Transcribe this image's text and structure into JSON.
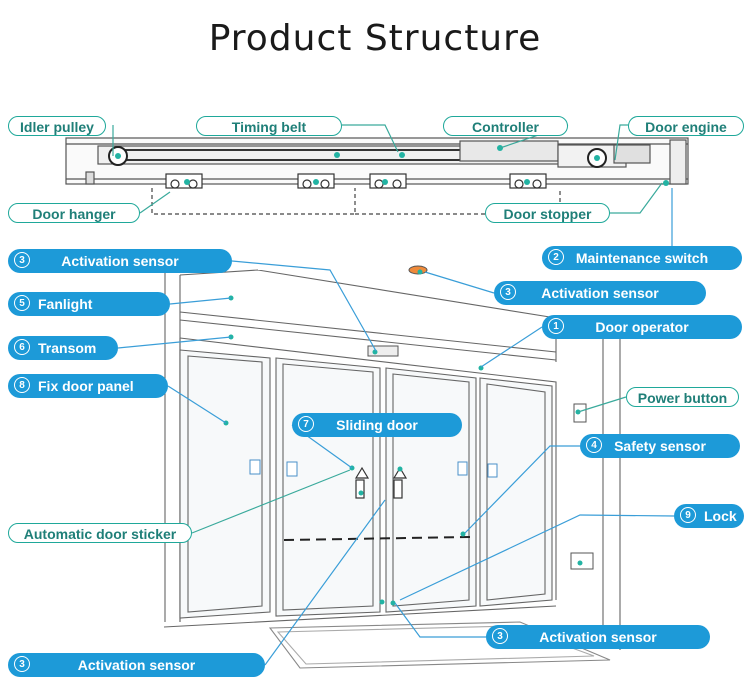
{
  "title": "Product Structure",
  "top_labels": {
    "idler_pulley": "Idler pulley",
    "timing_belt": "Timing belt",
    "controller": "Controller",
    "door_engine": "Door engine",
    "door_hanger": "Door hanger",
    "door_stopper": "Door stopper",
    "power_button": "Power button",
    "automatic_door_sticker": "Automatic door sticker"
  },
  "numbered_labels": {
    "activation_sensor_top_left": {
      "num": "3",
      "text": "Activation sensor"
    },
    "maintenance_switch": {
      "num": "2",
      "text": "Maintenance switch"
    },
    "activation_sensor_right": {
      "num": "3",
      "text": "Activation sensor"
    },
    "fanlight": {
      "num": "5",
      "text": "Fanlight"
    },
    "transom": {
      "num": "6",
      "text": "Transom"
    },
    "door_operator": {
      "num": "1",
      "text": "Door operator"
    },
    "fix_door_panel": {
      "num": "8",
      "text": "Fix door panel"
    },
    "sliding_door": {
      "num": "7",
      "text": "Sliding door"
    },
    "safety_sensor": {
      "num": "4",
      "text": "Safety sensor"
    },
    "lock": {
      "num": "9",
      "text": "Lock"
    },
    "activation_sensor_floor_right": {
      "num": "3",
      "text": "Activation sensor"
    },
    "activation_sensor_floor_left": {
      "num": "3",
      "text": "Activation sensor"
    }
  },
  "colors": {
    "teal": "#1fa89a",
    "blue": "#1d9ad8",
    "line": "#6f6f6f"
  }
}
